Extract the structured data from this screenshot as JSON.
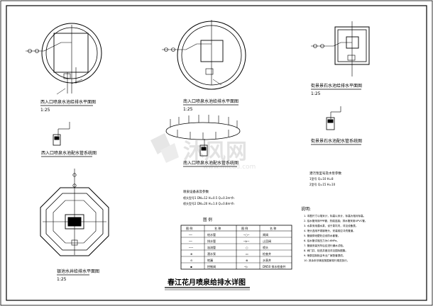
{
  "drawing": {
    "main_title": "春江花月喷泉给排水详图",
    "panels": {
      "west_entrance_plan": {
        "title": "西入口喷泉水池给排水平面图",
        "scale": "1:25"
      },
      "west_entrance_system": {
        "title": "西入口喷泉水池配水管系统图"
      },
      "south_entrance_plan": {
        "title": "南入口喷泉水池给排水平面图",
        "scale": "1:25"
      },
      "south_entrance_system": {
        "title": "南入口喷泉水池配水管系统图"
      },
      "rockery_plan": {
        "title": "街景景石水池给排水平面图",
        "scale": "1:25"
      },
      "rockery_system": {
        "title": "街景景石水池配水管系统图"
      },
      "octagon_plan": {
        "title": "银池水井给排水平面图",
        "scale": "1:25"
      },
      "nozzle_note": {
        "title": "喷泉设备表及参数",
        "line1": "喷头型号1   DN=12 H=0.5 Q=0.3m³/h",
        "line2": "喷头型号2   DN=20 H=1.0 Q=0.8m³/h"
      },
      "pump_note": {
        "title": "潜污泵型号及水泵参数",
        "line1": "1型号  Q=10 H=8",
        "line2": "2型号  Q=15 H=10"
      }
    },
    "legend": {
      "title": "图 例",
      "headers": [
        "图 例",
        "名 称",
        "图 例",
        "名 称"
      ],
      "rows": [
        [
          "──",
          "给水管",
          "─○─",
          "闸阀"
        ],
        [
          "──",
          "排水管",
          "─⊳─",
          "止回阀"
        ],
        [
          "─·─",
          "溢流管",
          "○",
          "喷头"
        ],
        [
          "⊕",
          "潜水泵",
          "▭",
          "检查井"
        ],
        [
          "⊙",
          "地漏",
          "⊗",
          "水表井"
        ],
        [
          "▪",
          "控制阀",
          "─▷",
          "DN50 排水检查井"
        ]
      ]
    },
    "notes": {
      "title": "说明:",
      "lines": [
        "1. 本图尺寸以毫米计，标高以米计，标高为相对标高。",
        "2. 给水管采用PPR管，热熔连接；排水管采用UPVC管。",
        "3. 水泵采用潜水泵，设于泵坑内，详见设备表。",
        "4. 喷头选用不锈钢喷头，安装前应冲洗管道。",
        "5. 管道穿池壁处应设防水套管。",
        "6. 给水管试验压力为0.6MPa。",
        "7. 管道安装完毕后应进行通水试验。",
        "8. 阀门井、检查井做法详见国标图集。",
        "9. 喷泉控制柜由专业厂家配套提供。",
        "10. 其余未尽事宜按国家现行规范执行。"
      ]
    },
    "watermark": "沐风网",
    "watermark_url": "www.mfcad.com"
  }
}
